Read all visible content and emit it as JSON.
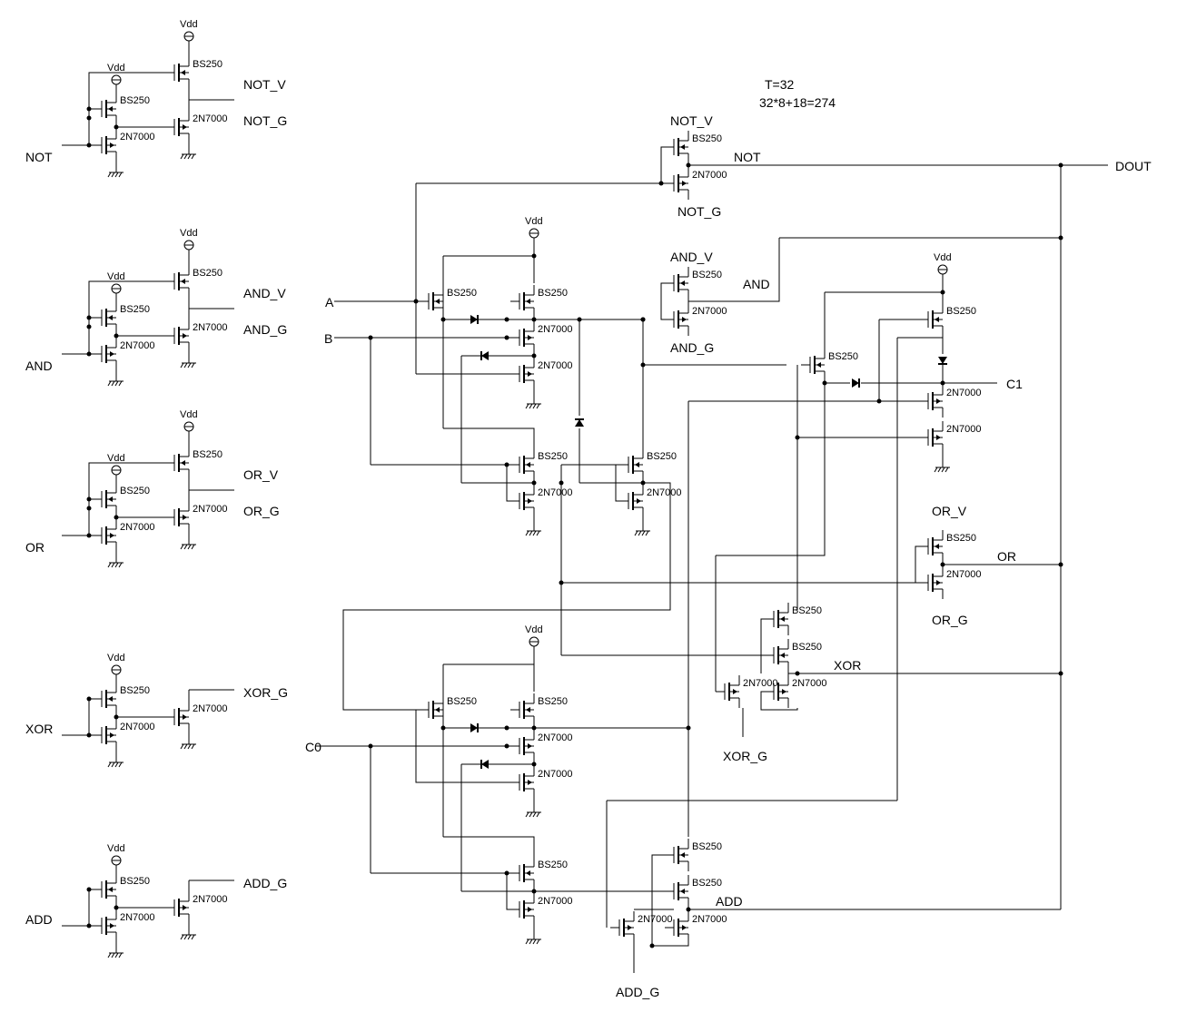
{
  "formula": {
    "line1": "T=32",
    "line2": "32*8+18=274"
  },
  "part_pmos": "BS250",
  "part_nmos": "2N7000",
  "supply": "Vdd",
  "drivers": [
    {
      "input": "NOT",
      "out_v": "NOT_V",
      "out_g": "NOT_G"
    },
    {
      "input": "AND",
      "out_v": "AND_V",
      "out_g": "AND_G"
    },
    {
      "input": "OR",
      "out_v": "OR_V",
      "out_g": "OR_G"
    },
    {
      "input": "XOR",
      "out_g": "XOR_G"
    },
    {
      "input": "ADD",
      "out_g": "ADD_G"
    }
  ],
  "signals": {
    "a": "A",
    "b": "B",
    "c0": "C0",
    "c1": "C1",
    "dout": "DOUT",
    "not": "NOT",
    "and": "AND",
    "or": "OR",
    "xor": "XOR",
    "add": "ADD",
    "not_v": "NOT_V",
    "not_g": "NOT_G",
    "and_v": "AND_V",
    "and_g": "AND_G",
    "or_v": "OR_V",
    "or_g": "OR_G",
    "xor_g": "XOR_G",
    "add_g": "ADD_G"
  }
}
